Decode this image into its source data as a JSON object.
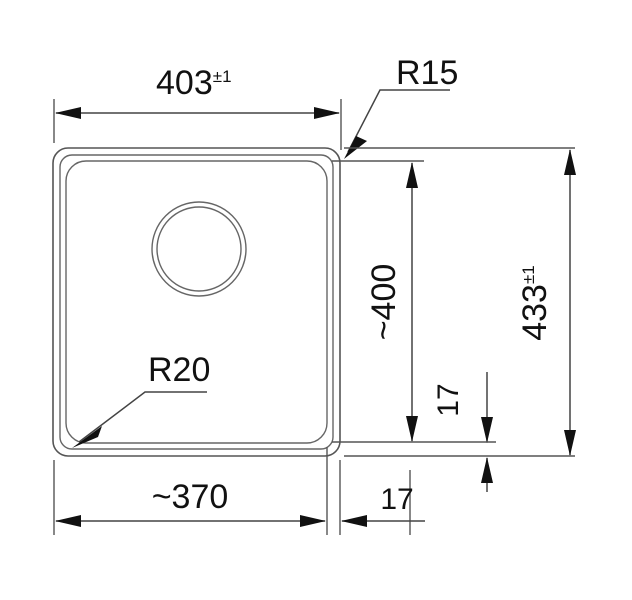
{
  "drawing": {
    "title": "Kitchen sink bowl dimensional drawing",
    "units": "mm",
    "line_color": "#555555",
    "text_color": "#111111",
    "background": "#ffffff"
  },
  "dimensions": {
    "top_width": {
      "value": "403",
      "tolerance": "±1",
      "label": "403±1",
      "orientation": "horizontal",
      "position": "top"
    },
    "inner_height": {
      "value": "~400",
      "label": "~400",
      "orientation": "vertical",
      "position": "center-right"
    },
    "overall_height": {
      "value": "433",
      "tolerance": "±1",
      "label": "433±1",
      "orientation": "vertical",
      "position": "far-right"
    },
    "rim_vertical": {
      "value": "17",
      "label": "17",
      "orientation": "vertical",
      "position": "bottom-right-inner"
    },
    "bowl_width": {
      "value": "~370",
      "label": "~370",
      "orientation": "horizontal",
      "position": "bottom"
    },
    "rim_horizontal": {
      "value": "17",
      "label": "17",
      "orientation": "horizontal",
      "position": "bottom-right"
    }
  },
  "radii": {
    "corner_outer": {
      "label": "R15",
      "value": "15",
      "target": "top-right outer rim corner"
    },
    "corner_inner": {
      "label": "R20",
      "value": "20",
      "target": "bottom-left bowl corner"
    }
  },
  "features": {
    "outer_rim": "rounded-rectangle-outer",
    "inner_bowl": "rounded-rectangle-inner",
    "drain": "circular-drain-double-ring"
  },
  "chart_data": {
    "type": "table",
    "title": "Sink bowl dimensions (mm)",
    "categories": [
      "403±1",
      "~400",
      "433±1",
      "17",
      "~370",
      "17",
      "R15",
      "R20"
    ],
    "values": [
      403,
      400,
      433,
      17,
      370,
      17,
      15,
      20
    ]
  }
}
